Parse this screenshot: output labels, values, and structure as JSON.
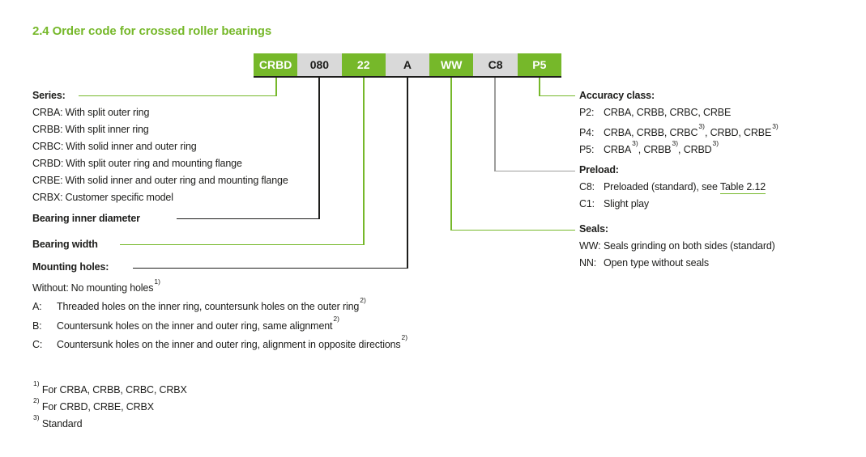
{
  "colors": {
    "green": "#76b82a",
    "gray_box": "#d9d9d9",
    "dark": "#1d1d1b",
    "gray_line": "#9d9d9c"
  },
  "title": "2.4 Order code for crossed roller bearings",
  "order_code": {
    "segments": [
      {
        "label": "CRBD",
        "variant": "green"
      },
      {
        "label": "080",
        "variant": "gray"
      },
      {
        "label": "22",
        "variant": "green"
      },
      {
        "label": "A",
        "variant": "gray"
      },
      {
        "label": "WW",
        "variant": "green"
      },
      {
        "label": "C8",
        "variant": "gray"
      },
      {
        "label": "P5",
        "variant": "green"
      }
    ]
  },
  "sections": {
    "series": {
      "heading": "Series:",
      "items": [
        {
          "code": "CRBA:",
          "text": "With split outer ring"
        },
        {
          "code": "CRBB:",
          "text": "With split inner ring"
        },
        {
          "code": "CRBC:",
          "text": "With solid inner and outer ring"
        },
        {
          "code": "CRBD:",
          "text": "With split outer ring and mounting flange"
        },
        {
          "code": "CRBE:",
          "text": "With solid inner and outer ring and mounting flange"
        },
        {
          "code": "CRBX:",
          "text": "Customer specific model"
        }
      ]
    },
    "bearing_inner_diameter": {
      "heading": "Bearing inner diameter"
    },
    "bearing_width": {
      "heading": "Bearing width"
    },
    "mounting_holes": {
      "heading": "Mounting holes:",
      "items": [
        {
          "code": "Without:",
          "parts": [
            {
              "t": "No mounting holes"
            },
            {
              "sup": "1)"
            }
          ]
        },
        {
          "code": "A:",
          "parts": [
            {
              "t": "Threaded holes on the inner ring, countersunk holes on the outer ring"
            },
            {
              "sup": "2)"
            }
          ]
        },
        {
          "code": "B:",
          "parts": [
            {
              "t": "Countersunk holes on the inner and outer ring, same alignment"
            },
            {
              "sup": "2)"
            }
          ]
        },
        {
          "code": "C:",
          "parts": [
            {
              "t": "Countersunk holes on the inner and outer ring, alignment in opposite directions"
            },
            {
              "sup": "2)"
            }
          ]
        }
      ]
    },
    "accuracy_class": {
      "heading": "Accuracy class:",
      "items": [
        {
          "code": "P2:",
          "parts": [
            {
              "t": "CRBA, CRBB, CRBC, CRBE"
            }
          ]
        },
        {
          "code": "P4:",
          "parts": [
            {
              "t": "CRBA, CRBB, CRBC"
            },
            {
              "sup": "3)"
            },
            {
              "t": ", CRBD, CRBE"
            },
            {
              "sup": "3)"
            }
          ]
        },
        {
          "code": "P5:",
          "parts": [
            {
              "t": "CRBA"
            },
            {
              "sup": "3)"
            },
            {
              "t": ", CRBB"
            },
            {
              "sup": "3)"
            },
            {
              "t": ", CRBD"
            },
            {
              "sup": "3)"
            }
          ]
        }
      ]
    },
    "preload": {
      "heading": "Preload:",
      "items": [
        {
          "code": "C8:",
          "parts": [
            {
              "t": "Preloaded (standard), see "
            },
            {
              "link": "Table 2.12",
              "name": "table-2-12-link"
            }
          ]
        },
        {
          "code": "C1:",
          "parts": [
            {
              "t": "Slight play"
            }
          ]
        }
      ]
    },
    "seals": {
      "heading": "Seals:",
      "items": [
        {
          "code": "WW:",
          "parts": [
            {
              "t": "Seals grinding on both sides (standard)"
            }
          ]
        },
        {
          "code": "NN:",
          "parts": [
            {
              "t": "Open type without seals"
            }
          ]
        }
      ]
    }
  },
  "footnotes": [
    {
      "sup": "1)",
      "text": "For CRBA, CRBB, CRBC, CRBX"
    },
    {
      "sup": "2)",
      "text": "For CRBD, CRBE, CRBX"
    },
    {
      "sup": "3)",
      "text": "Standard"
    }
  ]
}
